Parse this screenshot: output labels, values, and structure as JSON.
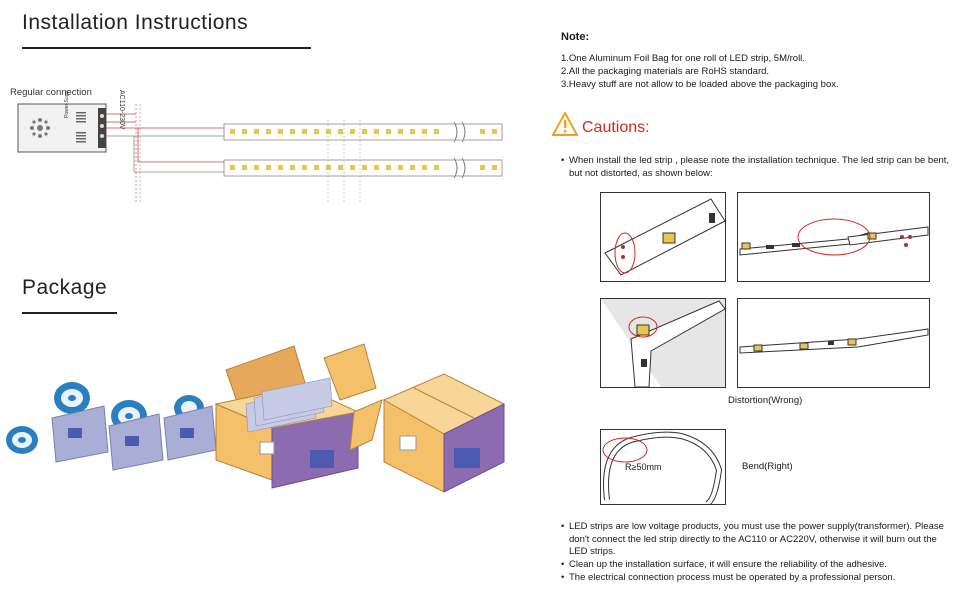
{
  "install": {
    "title": "Installation Instructions",
    "regular_connection": "Regular connection",
    "voltage": "AC110-230V",
    "power_supply": "Power Supp"
  },
  "package": {
    "title": "Package"
  },
  "note": {
    "title": "Note:",
    "lines": [
      "1.One Aluminum Foil Bag for one roll of LED strip, 5M/roll.",
      "2.All the packaging materials are RoHS standard.",
      "3.Heavy stuff are not allow to be loaded above the packaging box."
    ]
  },
  "cautions": {
    "title": "Cautions:",
    "intro_1": "When install the led strip , please note the installation technique. The led strip can be bent,",
    "intro_2": "but not distorted, as shown below:",
    "distortion_label": "Distortion(Wrong)",
    "bend_label": "Bend(Right)",
    "radius_label": "R≥50mm",
    "bullets": [
      [
        "LED strips are low voltage products, you must use the power supply(transformer). Please",
        "don't connect the led strip directly to the AC110 or AC220V, otherwise it will burn out the",
        "LED strips."
      ],
      [
        "Clean up the installation surface, it will ensure the reliability of the adhesive."
      ],
      [
        "The electrical connection process must be operated by a professional person."
      ]
    ]
  },
  "colors": {
    "caution_red": "#d8281c",
    "warning_yellow": "#f0a020",
    "box_orange": "#f4c06a",
    "box_purple": "#8c6bb1",
    "reel_blue": "#2a7fc0"
  }
}
